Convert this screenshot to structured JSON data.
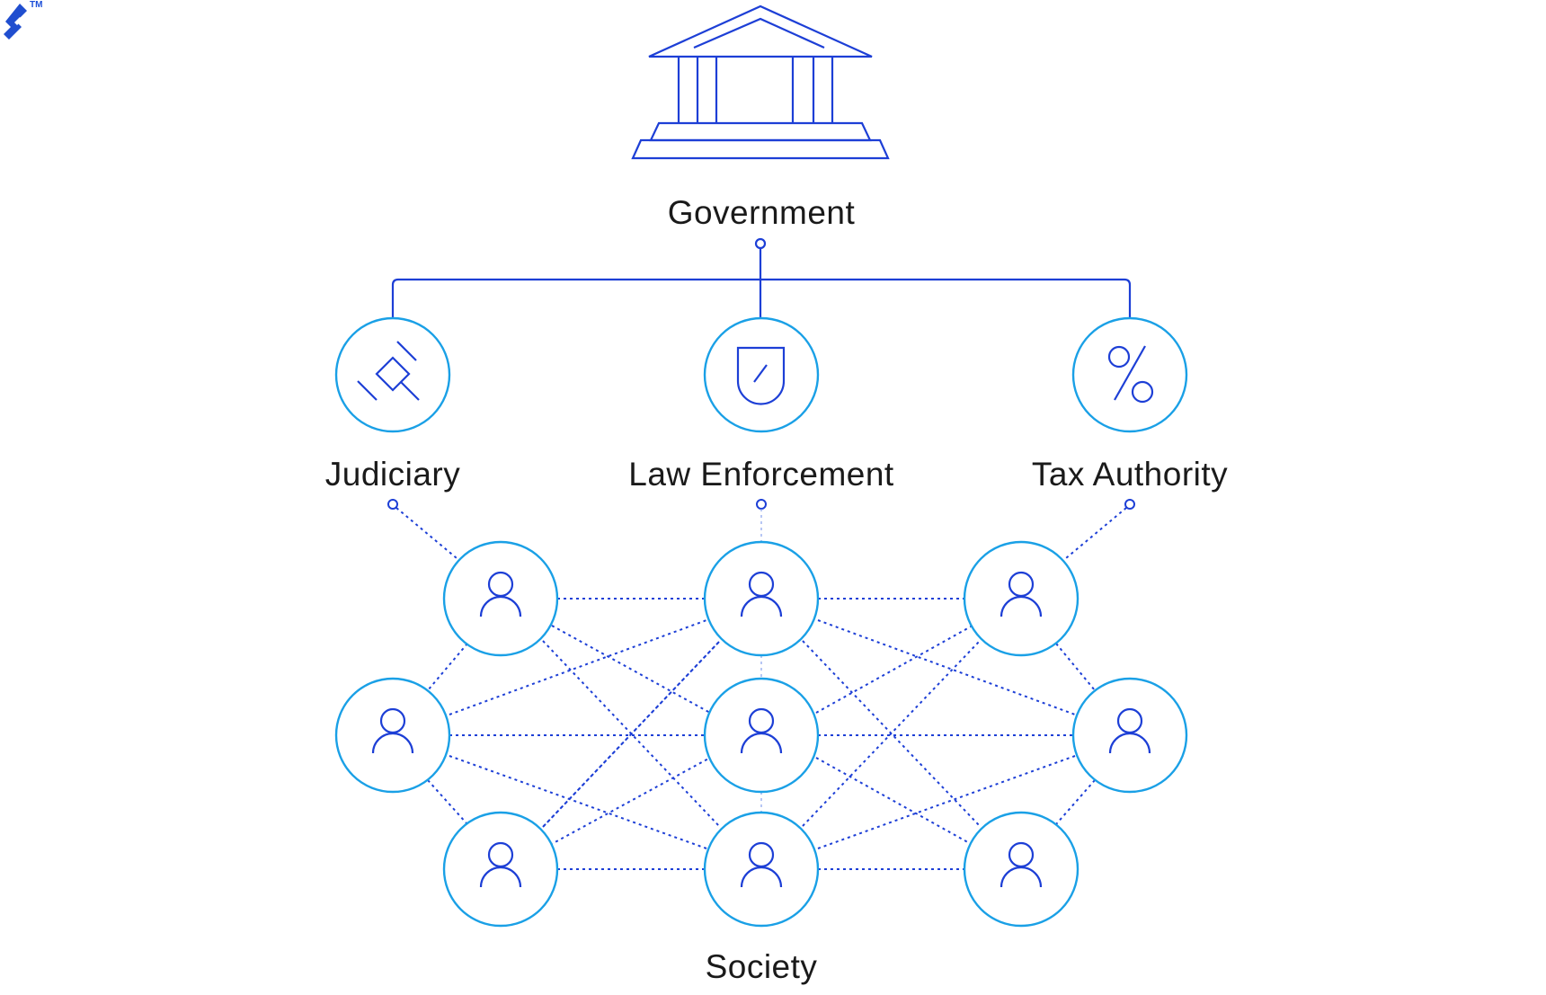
{
  "brand": {
    "logo_icon": "toptal-logo-icon",
    "trademark": "TM",
    "color": "#204ECF"
  },
  "colors": {
    "line": "#1D3FD6",
    "node_ring": "#1AA0E6",
    "text": "#1A1A1A"
  },
  "government": {
    "label": "Government",
    "icon": "government-building-icon"
  },
  "institutions": [
    {
      "label": "Judiciary",
      "icon": "gavel-icon"
    },
    {
      "label": "Law Enforcement",
      "icon": "shield-icon"
    },
    {
      "label": "Tax Authority",
      "icon": "percent-icon"
    }
  ],
  "society": {
    "label": "Society",
    "node_icon": "person-icon",
    "node_count": 9
  }
}
